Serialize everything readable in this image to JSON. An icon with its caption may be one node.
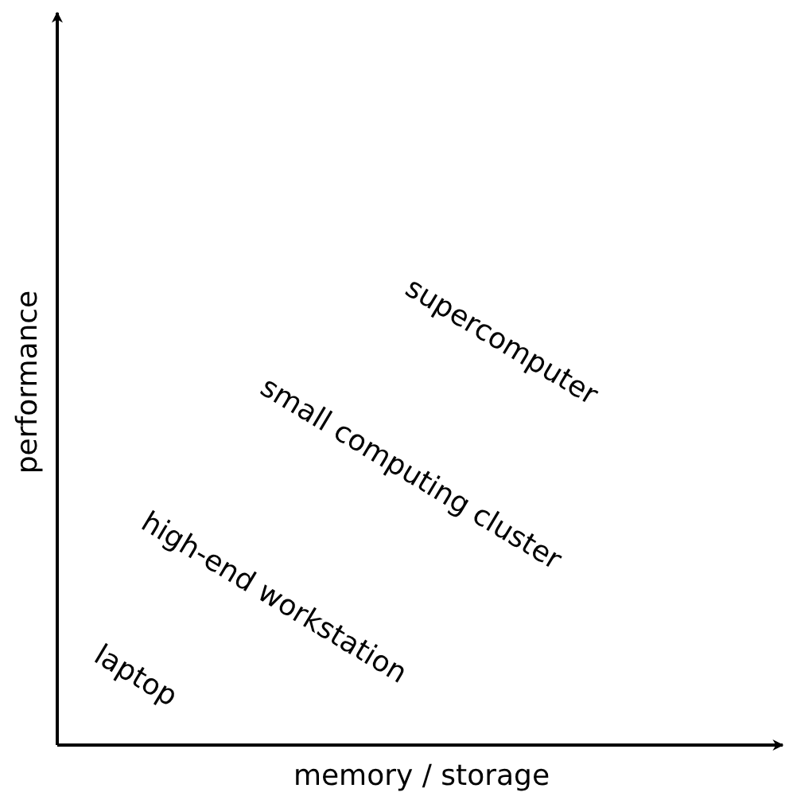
{
  "diagram": {
    "labels": [
      "supercomputer",
      "small computing cluster",
      "high-end workstation",
      "laptop",
      "performance",
      "memory / storage"
    ]
  }
}
